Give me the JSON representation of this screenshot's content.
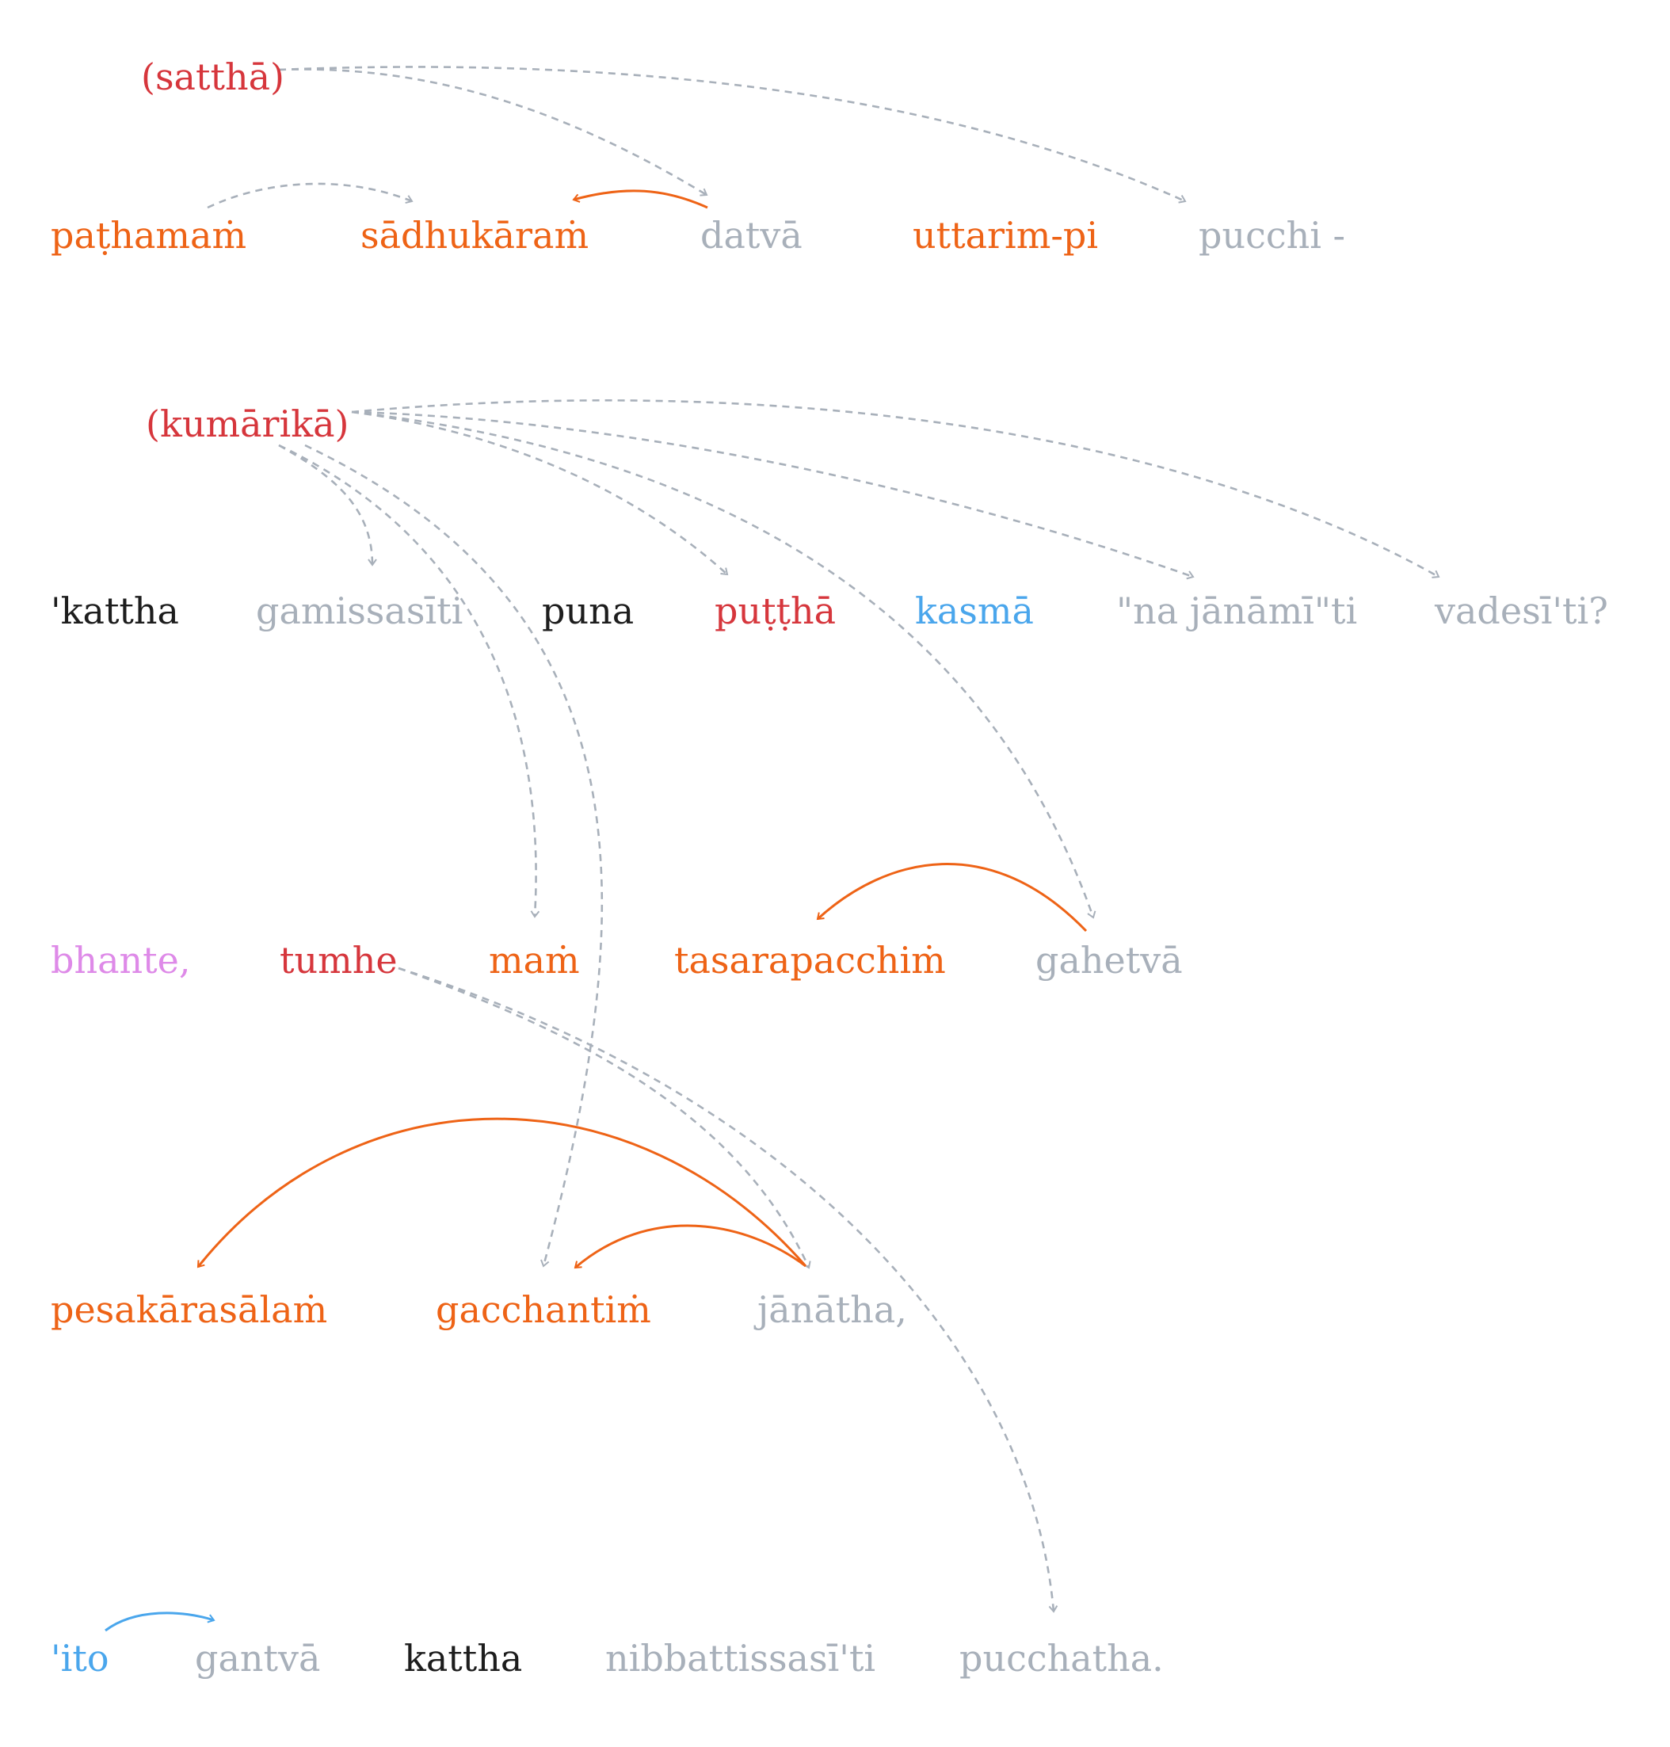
{
  "colors": {
    "red": "#d6363c",
    "orange": "#ee6316",
    "gray": "#a8b0ba",
    "black": "#1d1d1d",
    "blue": "#4aa6ec",
    "violet": "#de8ae8"
  },
  "words": [
    {
      "id": "w1",
      "text": "(satthā)",
      "color": "red"
    },
    {
      "id": "w2",
      "text": "paṭhamaṁ",
      "color": "orange"
    },
    {
      "id": "w3",
      "text": "sādhukāraṁ",
      "color": "orange"
    },
    {
      "id": "w4",
      "text": "datvā",
      "color": "gray"
    },
    {
      "id": "w5",
      "text": "uttarim-pi",
      "color": "orange"
    },
    {
      "id": "w6",
      "text": "pucchi -",
      "color": "gray"
    },
    {
      "id": "w7",
      "text": "(kumārikā)",
      "color": "red"
    },
    {
      "id": "w8",
      "text": "'kattha",
      "color": "black"
    },
    {
      "id": "w9",
      "text": "gamissasīti",
      "color": "gray"
    },
    {
      "id": "w10",
      "text": "puna",
      "color": "black"
    },
    {
      "id": "w11",
      "text": "puṭṭhā",
      "color": "red"
    },
    {
      "id": "w12",
      "text": "kasmā",
      "color": "blue"
    },
    {
      "id": "w13",
      "text": "\"na jānāmī\"ti",
      "color": "gray"
    },
    {
      "id": "w14",
      "text": "vadesī'ti?",
      "color": "gray"
    },
    {
      "id": "w15",
      "text": "bhante,",
      "color": "violet"
    },
    {
      "id": "w16",
      "text": "tumhe",
      "color": "red"
    },
    {
      "id": "w17",
      "text": "maṁ",
      "color": "orange"
    },
    {
      "id": "w18",
      "text": "tasarapacchiṁ",
      "color": "orange"
    },
    {
      "id": "w19",
      "text": "gahetvā",
      "color": "gray"
    },
    {
      "id": "w20",
      "text": "pesakārasālaṁ",
      "color": "orange"
    },
    {
      "id": "w21",
      "text": "gacchantiṁ",
      "color": "orange"
    },
    {
      "id": "w22",
      "text": "jānātha,",
      "color": "gray"
    },
    {
      "id": "w23",
      "text": "'ito",
      "color": "blue"
    },
    {
      "id": "w24",
      "text": "gantvā",
      "color": "gray"
    },
    {
      "id": "w25",
      "text": "kattha",
      "color": "black"
    },
    {
      "id": "w26",
      "text": "nibbattissasī'ti",
      "color": "gray"
    },
    {
      "id": "w27",
      "text": "pucchatha.",
      "color": "gray"
    }
  ],
  "links": [
    {
      "from": "w1",
      "to": "w4",
      "style": "dashed",
      "color": "gray"
    },
    {
      "from": "w1",
      "to": "w6",
      "style": "dashed",
      "color": "gray"
    },
    {
      "from": "w2",
      "to": "w3",
      "style": "dashed",
      "color": "gray"
    },
    {
      "from": "w4",
      "to": "w3",
      "style": "solid",
      "color": "orange"
    },
    {
      "from": "w7",
      "to": "w8",
      "style": "dashed",
      "color": "gray"
    },
    {
      "from": "w7",
      "to": "w17",
      "style": "dashed",
      "color": "gray"
    },
    {
      "from": "w7",
      "to": "w21",
      "style": "dashed",
      "color": "gray"
    },
    {
      "from": "w7",
      "to": "w11",
      "style": "dashed",
      "color": "gray"
    },
    {
      "from": "w7",
      "to": "w19",
      "style": "dashed",
      "color": "gray"
    },
    {
      "from": "w7",
      "to": "w13",
      "style": "dashed",
      "color": "gray"
    },
    {
      "from": "w7",
      "to": "w14",
      "style": "dashed",
      "color": "gray"
    },
    {
      "from": "w19",
      "to": "w18",
      "style": "solid",
      "color": "orange"
    },
    {
      "from": "w16",
      "to": "w22",
      "style": "dashed",
      "color": "gray"
    },
    {
      "from": "w16",
      "to": "w27",
      "style": "dashed",
      "color": "gray"
    },
    {
      "from": "w22",
      "to": "w20",
      "style": "solid",
      "color": "orange"
    },
    {
      "from": "w22",
      "to": "w21",
      "style": "solid",
      "color": "orange"
    },
    {
      "from": "w23",
      "to": "w24",
      "style": "solid",
      "color": "blue"
    }
  ]
}
